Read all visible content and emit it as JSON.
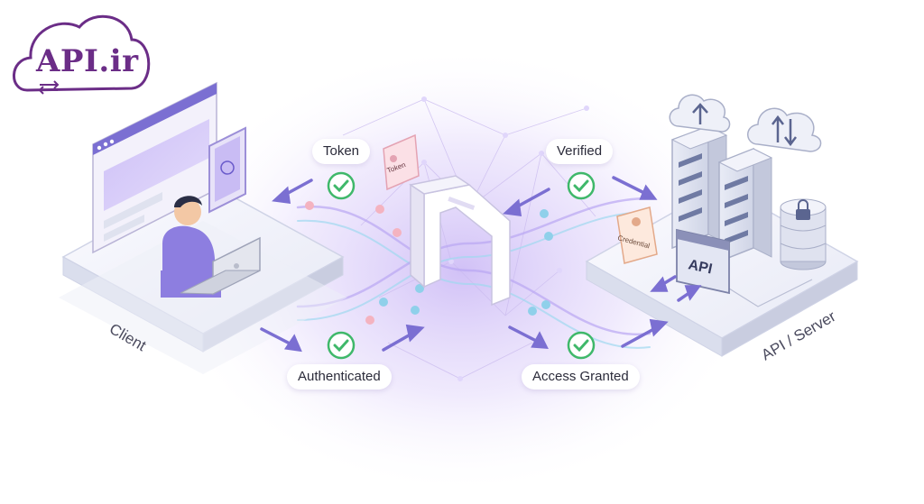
{
  "logo": {
    "text": "API.ir",
    "color": "#6b2d87"
  },
  "labels": {
    "token": "Token",
    "verified": "Verified",
    "authenticated": "Authenticated",
    "access_granted": "Access Granted",
    "client": "Client",
    "server": "API / Server",
    "token_card": "Token",
    "credential_card": "Credential",
    "api_panel": "API"
  },
  "colors": {
    "accent": "#7b5cd6",
    "check": "#3fb86a",
    "platform": "#eef0f8",
    "purple_glow": "#c9b6f5"
  },
  "icons": [
    "check-icon",
    "arrow-icon",
    "cloud-upload-icon",
    "cloud-sync-icon",
    "lock-icon",
    "gateway-icon",
    "person-icon",
    "laptop-icon",
    "phone-icon"
  ]
}
